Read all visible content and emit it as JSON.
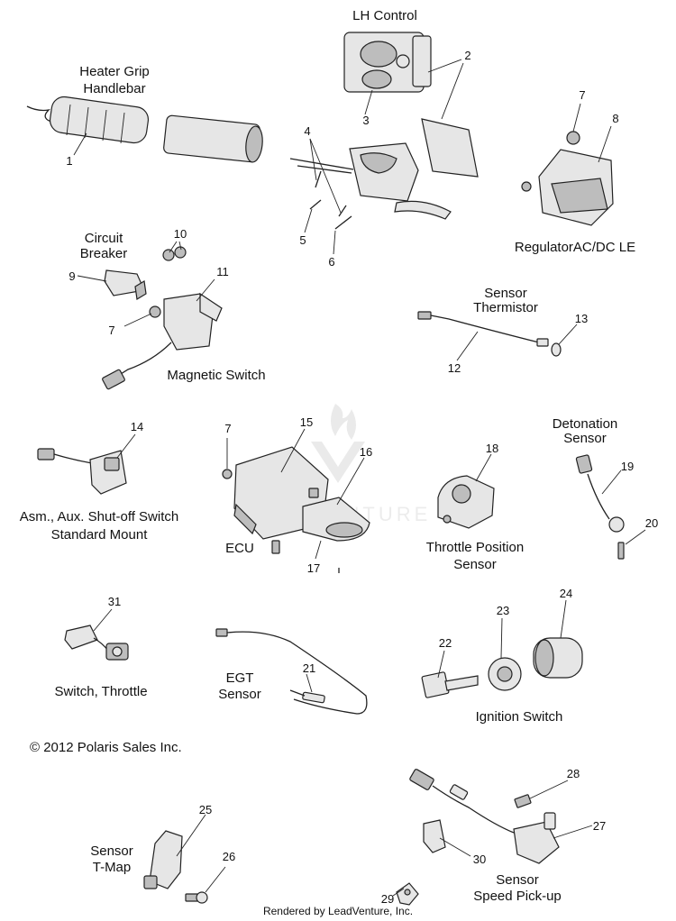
{
  "labels": {
    "lh_control": "LH Control",
    "heater_grip_1": "Heater Grip",
    "heater_grip_2": "Handlebar",
    "circuit_breaker_1": "Circuit",
    "circuit_breaker_2": "Breaker",
    "magnetic_switch": "Magnetic Switch",
    "regulator": "RegulatorAC/DC LE",
    "sensor_thermistor_1": "Sensor",
    "sensor_thermistor_2": "Thermistor",
    "aux_switch_1": "Asm., Aux. Shut-off Switch",
    "aux_switch_2": "Standard Mount",
    "ecu": "ECU",
    "throttle_position_1": "Throttle Position",
    "throttle_position_2": "Sensor",
    "detonation_1": "Detonation",
    "detonation_2": "Sensor",
    "switch_throttle": "Switch, Throttle",
    "egt_1": "EGT",
    "egt_2": "Sensor",
    "ignition_switch": "Ignition Switch",
    "tmap_1": "Sensor",
    "tmap_2": "T-Map",
    "speed_1": "Sensor",
    "speed_2": "Speed Pick-up"
  },
  "copyright": "© 2012 Polaris Sales Inc.",
  "footer": "Rendered by LeadVenture, Inc.",
  "watermark": "LEADVENTURE",
  "callouts": {
    "n1": "1",
    "n2": "2",
    "n3": "3",
    "n4": "4",
    "n5": "5",
    "n6": "6",
    "n7a": "7",
    "n7b": "7",
    "n7c": "7",
    "n8": "8",
    "n9": "9",
    "n10": "10",
    "n11": "11",
    "n12": "12",
    "n13": "13",
    "n14": "14",
    "n15": "15",
    "n16": "16",
    "n17": "17",
    "n18": "18",
    "n19": "19",
    "n20": "20",
    "n21": "21",
    "n22": "22",
    "n23": "23",
    "n24": "24",
    "n25": "25",
    "n26": "26",
    "n27": "27",
    "n28": "28",
    "n29": "29",
    "n30": "30",
    "n31": "31"
  }
}
